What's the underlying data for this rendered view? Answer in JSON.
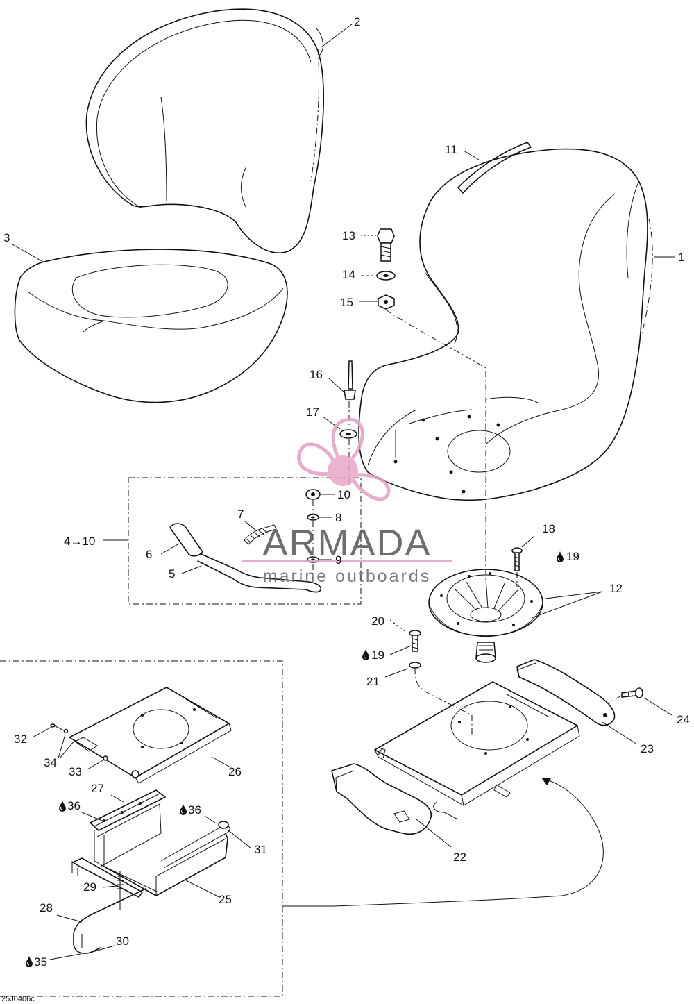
{
  "drawing_number": "25J0406c",
  "watermark": {
    "brand": "ARMADA",
    "tagline": "marine outboards",
    "logo_icon": "propeller-logo-icon",
    "accent_color": "#e2a0c4",
    "text_color": "#555555"
  },
  "callouts": {
    "c1": "1",
    "c2": "2",
    "c3": "3",
    "c4to10": "4→10",
    "c5": "5",
    "c6": "6",
    "c7": "7",
    "c8": "8",
    "c9": "9",
    "c10": "10",
    "c11": "11",
    "c12": "12",
    "c13": "13",
    "c14": "14",
    "c15": "15",
    "c16": "16",
    "c17": "17",
    "c18": "18",
    "c19a": "19",
    "c19b": "19",
    "c20": "20",
    "c21": "21",
    "c22": "22",
    "c23": "23",
    "c24": "24",
    "c25": "25",
    "c26": "26",
    "c27": "27",
    "c28": "28",
    "c29": "29",
    "c30": "30",
    "c31": "31",
    "c32": "32",
    "c33": "33",
    "c34": "34",
    "c35": "35",
    "c36a": "36",
    "c36b": "36"
  },
  "icons": {
    "lubricant": "oil-drop-icon"
  }
}
